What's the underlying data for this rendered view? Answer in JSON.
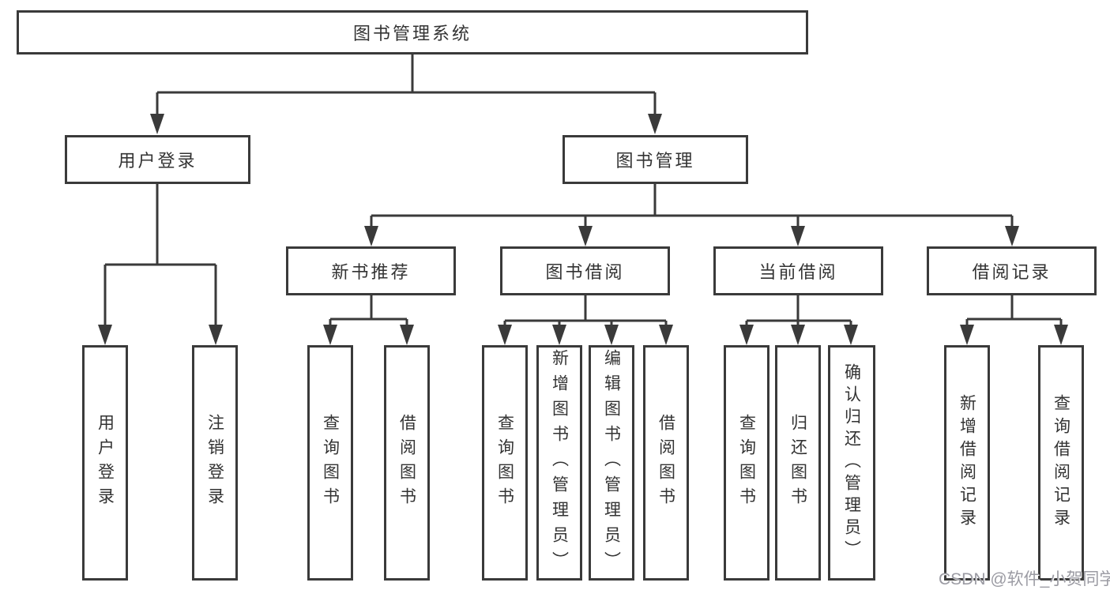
{
  "tree": {
    "root": {
      "label": "图书管理系统",
      "children": [
        {
          "label": "用户登录",
          "children": [
            {
              "label": "用户登录"
            },
            {
              "label": "注销登录"
            }
          ]
        },
        {
          "label": "图书管理",
          "children": [
            {
              "label": "新书推荐",
              "children": [
                {
                  "label": "查询图书"
                },
                {
                  "label": "借阅图书"
                }
              ]
            },
            {
              "label": "图书借阅",
              "children": [
                {
                  "label": "查询图书"
                },
                {
                  "label": "新增图书（管理员）"
                },
                {
                  "label": "编辑图书（管理员）"
                },
                {
                  "label": "借阅图书"
                }
              ]
            },
            {
              "label": "当前借阅",
              "children": [
                {
                  "label": "查询图书"
                },
                {
                  "label": "归还图书"
                },
                {
                  "label": "确认归还（管理员）"
                }
              ]
            },
            {
              "label": "借阅记录",
              "children": [
                {
                  "label": "新增借阅记录"
                },
                {
                  "label": "查询借阅记录"
                }
              ]
            }
          ]
        }
      ]
    }
  },
  "watermark": {
    "text": "CSDN @软件_小贺同学"
  },
  "colors": {
    "line": "#3a3a3a",
    "text": "#333333",
    "background": "#ffffff",
    "watermark": "#9b9ba3"
  }
}
